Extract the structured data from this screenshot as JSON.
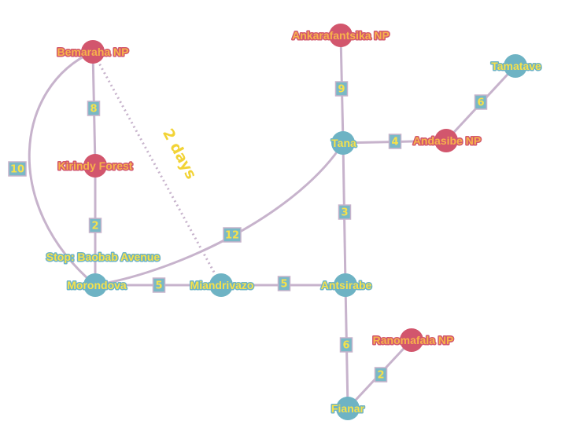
{
  "colors": {
    "park_fill": "#d2566d",
    "park_text": "#f7b24b",
    "park_outline": "#d2566d",
    "town_fill": "#6eb3c4",
    "town_text": "#f6e14a",
    "town_outline": "#6eb3c4",
    "edge": "#c7b3cc",
    "label_box": "#7ab8c6",
    "label_text": "#f6e14a",
    "annotation": "#f2d336"
  },
  "nodes": [
    {
      "id": "bemaraha",
      "label": "Bemaraha NP",
      "kind": "park"
    },
    {
      "id": "kirindy",
      "label": "Kirindy Forest",
      "kind": "park"
    },
    {
      "id": "morondova",
      "label": "Morondova",
      "kind": "town"
    },
    {
      "id": "miandrivazo",
      "label": "Miandrivazo",
      "kind": "town"
    },
    {
      "id": "antsirabe",
      "label": "Antsirabe",
      "kind": "town"
    },
    {
      "id": "fianar",
      "label": "Fianar",
      "kind": "town"
    },
    {
      "id": "ranomafana",
      "label": "Ranomafala NP",
      "kind": "park"
    },
    {
      "id": "tana",
      "label": "Tana",
      "kind": "town"
    },
    {
      "id": "ankarafantsika",
      "label": "Ankarafantsika NP",
      "kind": "park"
    },
    {
      "id": "andasibe",
      "label": "Andasibe NP",
      "kind": "park"
    },
    {
      "id": "tamatave",
      "label": "Tamatave",
      "kind": "town"
    }
  ],
  "edges": [
    {
      "from": "bemaraha",
      "to": "kirindy",
      "label": "8"
    },
    {
      "from": "kirindy",
      "to": "morondova",
      "label": "2"
    },
    {
      "from": "bemaraha",
      "to": "morondova",
      "label": "10"
    },
    {
      "from": "morondova",
      "to": "miandrivazo",
      "label": "5"
    },
    {
      "from": "miandrivazo",
      "to": "antsirabe",
      "label": "5"
    },
    {
      "from": "morondova",
      "to": "tana",
      "label": "12"
    },
    {
      "from": "tana",
      "to": "antsirabe",
      "label": "3"
    },
    {
      "from": "antsirabe",
      "to": "fianar",
      "label": "6"
    },
    {
      "from": "fianar",
      "to": "ranomafana",
      "label": "2"
    },
    {
      "from": "ankarafantsika",
      "to": "tana",
      "label": "9"
    },
    {
      "from": "tana",
      "to": "andasibe",
      "label": "4"
    },
    {
      "from": "andasibe",
      "to": "tamatave",
      "label": "6"
    },
    {
      "from": "bemaraha",
      "to": "miandrivazo",
      "label": "",
      "style": "dotted"
    }
  ],
  "annotations": {
    "stop_label": "Stop: Baobab Avenue",
    "dotted_label": "2 days"
  }
}
